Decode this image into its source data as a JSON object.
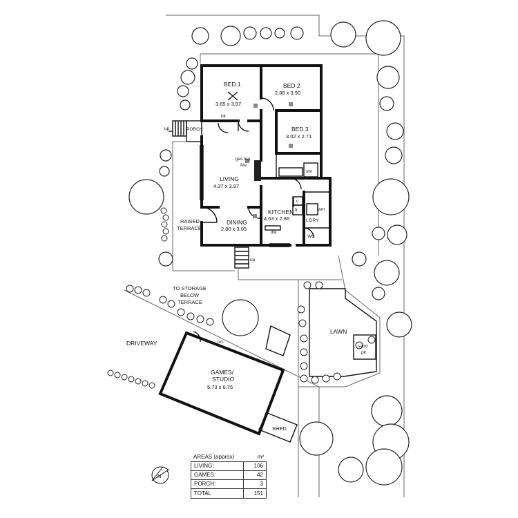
{
  "rooms": {
    "bed1": {
      "name": "BED 1",
      "size": "3.65 x 3.97"
    },
    "bed2": {
      "name": "BED 2",
      "size": "2.88 x 3.90"
    },
    "bed3": {
      "name": "BED 3",
      "size": "3.02 x 2.71"
    },
    "living": {
      "name": "LIVING",
      "size": "4.37 x 3.97"
    },
    "kitchen": {
      "name": "KITCHEN",
      "size": "4.63 x 2.86"
    },
    "dining": {
      "name": "DINING",
      "size": "2.80 x 3.05"
    },
    "games": {
      "name_line1": "GAMES/",
      "name_line2": "STUDIO",
      "size": "5.73 x 6.75"
    }
  },
  "labels": {
    "porch": "PORCH",
    "up_porch": "up",
    "up_terrace": "up",
    "bir": "bir",
    "gas_log_line1": "gas log",
    "gas_log_line2": "fire",
    "shr": "shr",
    "c": "c",
    "fr": "fr",
    "wm": "wm",
    "ldry": "L'DRY",
    "wc": "WC",
    "dw": "dw",
    "raised_terrace_line1": "RAISED",
    "raised_terrace_line2": "TERRACE",
    "storage_line1": "TO STORAGE",
    "storage_line2": "BELOW",
    "storage_line3": "TERRACE",
    "driveway": "DRIVEWAY",
    "oc": "o/c",
    "lawn": "LAWN",
    "sandpit_line1": "sand",
    "sandpit_line2": "pit",
    "shed": "SHED",
    "north": "N"
  },
  "areas": {
    "title": "AREAS (approx)",
    "unit": "m²",
    "rows": [
      {
        "label": "LIVING:",
        "value": "106"
      },
      {
        "label": "GAMES:",
        "value": "42"
      },
      {
        "label": "PORCH:",
        "value": "3"
      }
    ],
    "total_label": "TOTAL",
    "total_value": "151"
  }
}
